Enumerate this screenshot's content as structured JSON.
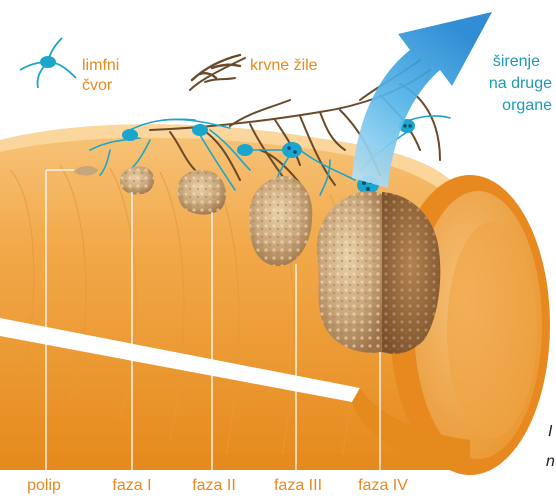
{
  "legend": {
    "lymph_node_label_line1": "limfni",
    "lymph_node_label_line2": "čvor",
    "blood_vessels_label": "krvne žile",
    "spread_label_line1": "širenje",
    "spread_label_line2": "na druge",
    "spread_label_line3": "organe"
  },
  "stages": [
    {
      "label": "polip"
    },
    {
      "label": "faza I"
    },
    {
      "label": "faza II"
    },
    {
      "label": "faza III"
    },
    {
      "label": "faza IV"
    }
  ],
  "edge_text": {
    "line1": "I",
    "line2": "n"
  },
  "colors": {
    "accent_orange": "#e8891f",
    "lymph_blue": "#1aa6cc",
    "arrow_blue": "#2e8fd6",
    "tumor_tan": "#c9a57a",
    "vessel_brown": "#6b4a2a"
  }
}
